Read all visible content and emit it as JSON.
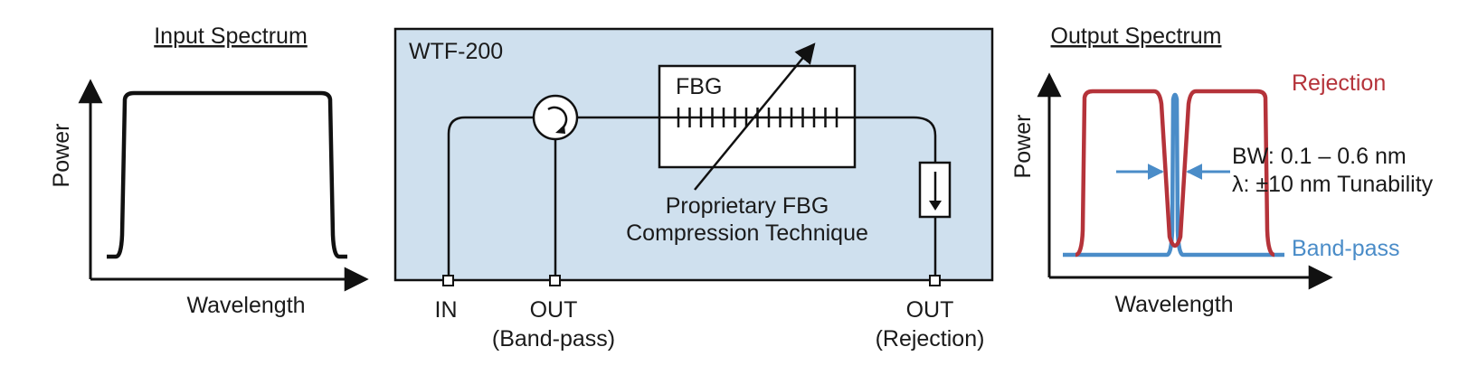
{
  "input_panel": {
    "title": "Input Spectrum",
    "y_label": "Power",
    "x_label": "Wavelength"
  },
  "device": {
    "name": "WTF-200",
    "fbg_label": "FBG",
    "technique_line1": "Proprietary FBG",
    "technique_line2": "Compression Technique",
    "port_in": "IN",
    "port_out1": "OUT",
    "port_out1_sub": "(Band-pass)",
    "port_out2": "OUT",
    "port_out2_sub": "(Rejection)"
  },
  "output_panel": {
    "title": "Output Spectrum",
    "y_label": "Power",
    "x_label": "Wavelength",
    "rejection_label": "Rejection",
    "bandpass_label": "Band-pass",
    "bw_text": "BW: 0.1 – 0.6 nm",
    "tunability_text": "λ: ±10 nm Tunability"
  },
  "colors": {
    "device_fill": "#cfe0ee",
    "rejection": "#b5333a",
    "bandpass": "#4a8cc8",
    "line": "#111111"
  }
}
